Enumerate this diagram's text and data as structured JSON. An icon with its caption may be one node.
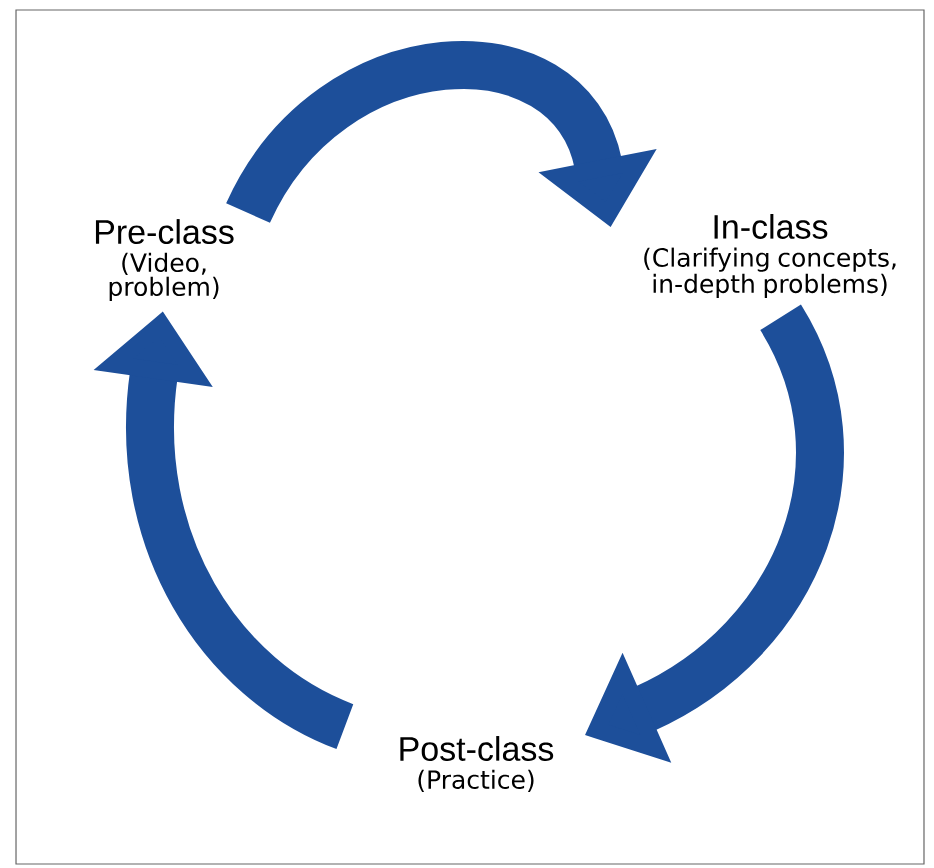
{
  "diagram": {
    "nodes": [
      {
        "text": [
          "Pre-class",
          "(Video, problem)"
        ]
      },
      {
        "text": [
          "In-class",
          "(Clarifying concepts, in-depth problems)"
        ]
      },
      {
        "text": [
          "Post-class",
          "(Practice)"
        ]
      }
    ],
    "edges": [
      {
        "from": 0,
        "to": 1,
        "arrow": "to"
      },
      {
        "from": 1,
        "to": 2,
        "arrow": "to"
      },
      {
        "from": 2,
        "to": 0,
        "arrow": "to"
      }
    ]
  }
}
